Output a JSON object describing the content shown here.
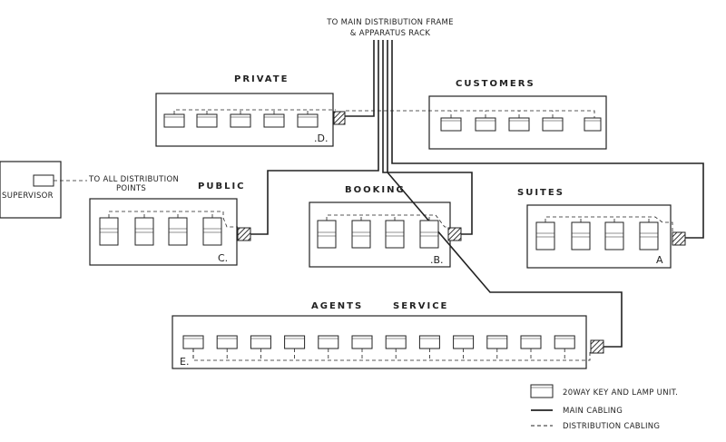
{
  "header": {
    "line1": "TO MAIN DISTRIBUTION FRAME",
    "line2": "& APPARATUS RACK"
  },
  "supervisor": {
    "label": "SUPERVISOR",
    "note_line1": "TO ALL DISTRIBUTION",
    "note_line2": "POINTS"
  },
  "sections": {
    "private": {
      "title": "PRIVATE",
      "tag": ".D."
    },
    "customers": {
      "title": "CUSTOMERS"
    },
    "public": {
      "title": "PUBLIC",
      "tag": "C."
    },
    "booking": {
      "title": "BOOKING",
      "tag": ".B."
    },
    "suites": {
      "title": "SUITES",
      "tag": "A"
    },
    "agents": {
      "title_a": "AGENTS",
      "title_b": "SERVICE",
      "tag": "E."
    }
  },
  "legend": {
    "unit": "20WAY KEY AND LAMP UNIT.",
    "main": "MAIN CABLING",
    "distribution": "DISTRIBUTION CABLING"
  },
  "colors": {
    "ink": "#222222",
    "hatch": "#555555",
    "paper": "#ffffff"
  }
}
